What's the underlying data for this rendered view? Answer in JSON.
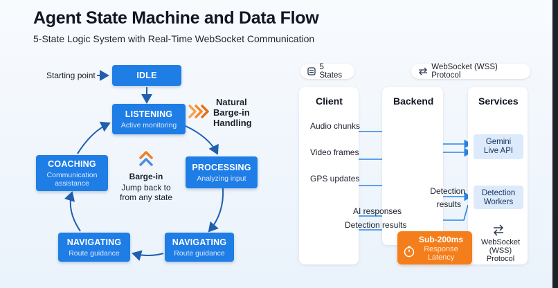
{
  "header": {
    "title": "Agent State Machine and Data Flow",
    "subtitle": "5-State Logic System with Real-Time WebSocket Communication"
  },
  "state_machine": {
    "starting_label": "Starting point",
    "states": {
      "idle": {
        "name": "IDLE",
        "sub": ""
      },
      "listening": {
        "name": "LISTENING",
        "sub": "Active monitoring"
      },
      "processing": {
        "name": "PROCESSING",
        "sub": "Analyzing input"
      },
      "navigating_right": {
        "name": "NAVIGATING",
        "sub": "Route guidance"
      },
      "navigating_left": {
        "name": "NAVIGATING",
        "sub": "Route guidance"
      },
      "coaching": {
        "name": "COACHING",
        "sub_line1": "Communication",
        "sub_line2": "assistance"
      }
    },
    "natural_bargein": {
      "line1": "Natural",
      "line2": "Barge-in",
      "line3": "Handling"
    },
    "bargein_center": {
      "title": "Barge-in",
      "line1": "Jump back to",
      "line2": "from any state"
    }
  },
  "data_flow": {
    "states_pill": "5 States",
    "protocol_pill": "WebSocket (WSS) Protocol",
    "columns": {
      "client": "Client",
      "backend": "Backend",
      "services": "Services"
    },
    "client_inputs": [
      "Audio chunks",
      "Video frames",
      "GPS updates"
    ],
    "detection_label": {
      "line1": "Detection",
      "line2": "results"
    },
    "return_labels": {
      "ai": "AI responses",
      "detection": "Detection results"
    },
    "services": {
      "gemini": {
        "line1": "Gemini",
        "line2": "Live API"
      },
      "detection": {
        "line1": "Detection",
        "line2": "Workers"
      },
      "websocket": {
        "line1": "WebSocket",
        "line2": "(WSS)",
        "line3": "Protocol"
      }
    },
    "latency": {
      "big": "Sub-200ms",
      "line1": "Response",
      "line2": "Latency"
    }
  },
  "colors": {
    "state_blue": "#1f7de6",
    "arrow_blue": "#2a83e6",
    "accent_orange": "#f47e1b"
  },
  "icons": [
    "arrow-right-icon",
    "chevron-triple-right-icon",
    "chevron-up-icon",
    "list-icon",
    "swap-arrows-icon",
    "stopwatch-icon"
  ]
}
